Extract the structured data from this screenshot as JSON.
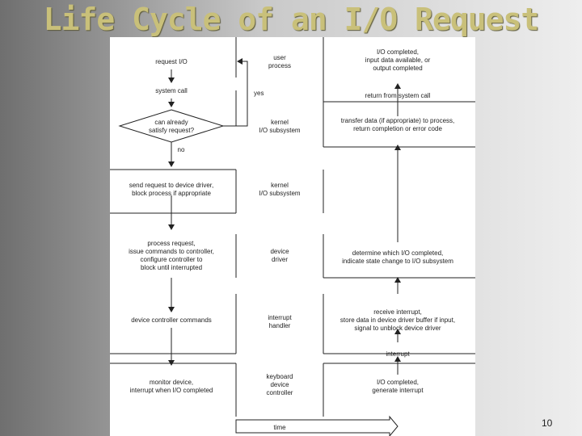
{
  "slide": {
    "title": "Life Cycle of an I/O Request",
    "page_number": "10"
  },
  "diagram": {
    "left_column": [
      [
        "request I/O"
      ],
      [
        "system call"
      ],
      [
        "can already",
        "satisfy request?"
      ],
      [
        "send request to device driver,",
        "block process if appropriate"
      ],
      [
        "process request,",
        "issue commands to controller,",
        "configure controller to",
        "block until interrupted"
      ],
      [
        "device controller commands"
      ],
      [
        "monitor device,",
        "interrupt when I/O completed"
      ]
    ],
    "decision_labels": {
      "yes": "yes",
      "no": "no"
    },
    "middle_column": [
      [
        "user",
        "process"
      ],
      [
        "kernel",
        "I/O subsystem"
      ],
      [
        "kernel",
        "I/O subsystem"
      ],
      [
        "device",
        "driver"
      ],
      [
        "interrupt",
        "handler"
      ],
      [
        "keyboard",
        "device",
        "controller"
      ]
    ],
    "right_column": [
      [
        "I/O completed,",
        "input data available, or",
        "output completed"
      ],
      [
        "return from system call"
      ],
      [
        "transfer data (if appropriate) to process,",
        "return completion or error code"
      ],
      [
        "determine which I/O completed,",
        "indicate state change to I/O subsystem"
      ],
      [
        "receive interrupt,",
        "store data in device driver buffer if input,",
        "signal to unblock device driver"
      ],
      [
        "interrupt"
      ],
      [
        "I/O completed,",
        "generate interrupt"
      ]
    ],
    "time_label": "time"
  }
}
